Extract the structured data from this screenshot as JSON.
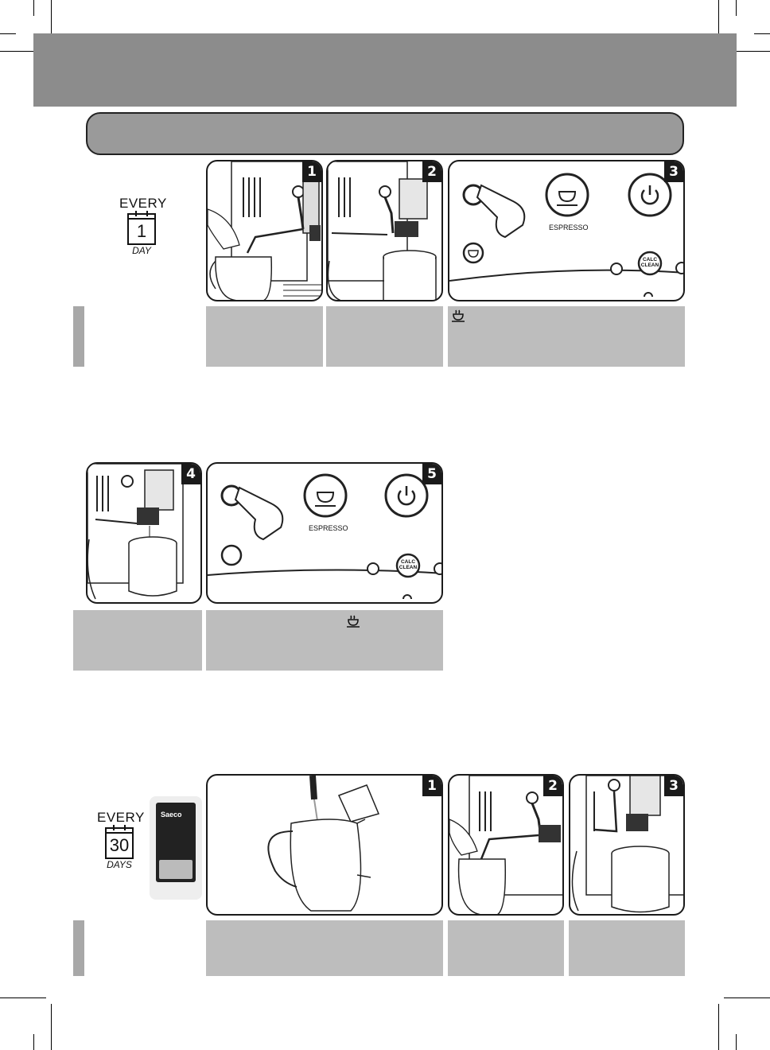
{
  "schedule": {
    "daily": {
      "every": "EVERY",
      "number": "1",
      "unit": "DAY"
    },
    "monthly": {
      "every": "EVERY",
      "number": "30",
      "unit": "DAYS"
    }
  },
  "steps": {
    "s1": "1",
    "s2": "2",
    "s3": "3",
    "s4": "4",
    "s5": "5",
    "m1": "1",
    "m2": "2",
    "m3": "3"
  },
  "panel": {
    "espresso_label": "ESPRESSO",
    "calc_label_line1": "CALC",
    "calc_label_line2": "CLEAN"
  },
  "product": {
    "brand": "Saeco"
  },
  "icons": [
    "cup-icon",
    "power-icon",
    "steam-icon",
    "hot-water-icon",
    "hand-pointer-icon",
    "calendar-icon"
  ]
}
